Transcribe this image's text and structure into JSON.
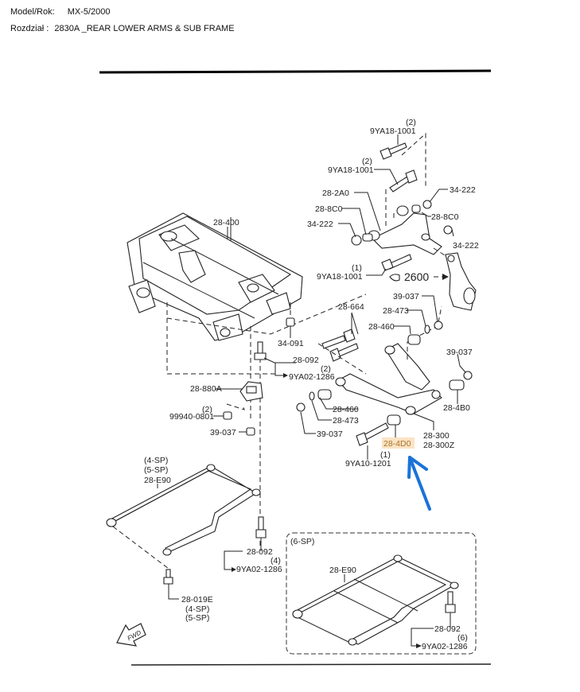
{
  "header": {
    "model_label": "Model/Rok:",
    "model_value": "MX-5/2000",
    "section_label": "Rozdział :",
    "section_value": "2830A  _REAR LOWER ARMS & SUB FRAME"
  },
  "highlight": {
    "part": "28-4D0",
    "highlight_color": "#fbe3c4",
    "text_color": "#a8742c",
    "arrow_color": "#1a73d9"
  },
  "labels": {
    "bolt_upper_qty": "(2)",
    "bolt_upper": "9YA18-1001",
    "bolt_upper2_qty": "(2)",
    "bolt_upper2": "9YA18-1001",
    "upper_arm": "28-2A0",
    "bush_left": "28-8C0",
    "nut_left": "34-222",
    "nut_top_right": "34-222",
    "bush_right": "28-8C0",
    "nut_right": "34-222",
    "bolt_lower_qty": "(1)",
    "bolt_lower": "9YA18-1001",
    "knuckle_ref": "2600",
    "subframe": "28-400",
    "nut_subframe": "34-091",
    "bolt_lower_arm": "28-664",
    "washer_top": "28-473",
    "nut_top": "39-037",
    "bush_top": "28-460",
    "nut_right2": "39-037",
    "bolt_092": "28-092",
    "bolt_092_qty": "(2)",
    "bolt_092_alt": "9YA02-1286",
    "mount": "28-880A",
    "nut_mount_qty": "(2)",
    "nut_mount": "99940-0801",
    "nut_mount2": "39-037",
    "bush_front": "28-460",
    "washer_front": "28-473",
    "nut_front": "39-037",
    "bush_4b0": "28-4B0",
    "lower_arm": "28-300",
    "lower_arm_alt": "28-300Z",
    "bush_4d0": "28-4D0",
    "bolt_lower_arm_qty": "(1)",
    "bolt_lower_arm2": "9YA10-1201",
    "brace_var1": "(4-SP)",
    "brace_var2": "(5-SP)",
    "brace": "28-E90",
    "brace_bolt": "28-092",
    "brace_bolt_qty": "(4)",
    "brace_bolt_alt": "9YA02-1286",
    "brace_screw": "28-019E",
    "brace_screw_var1": "(4-SP)",
    "brace_screw_var2": "(5-SP)",
    "sp6_title": "(6-SP)",
    "sp6_brace": "28-E90",
    "sp6_bolt": "28-092",
    "sp6_bolt_qty": "(6)",
    "sp6_bolt_alt": "9YA02-1286",
    "fwd": "FWD"
  }
}
